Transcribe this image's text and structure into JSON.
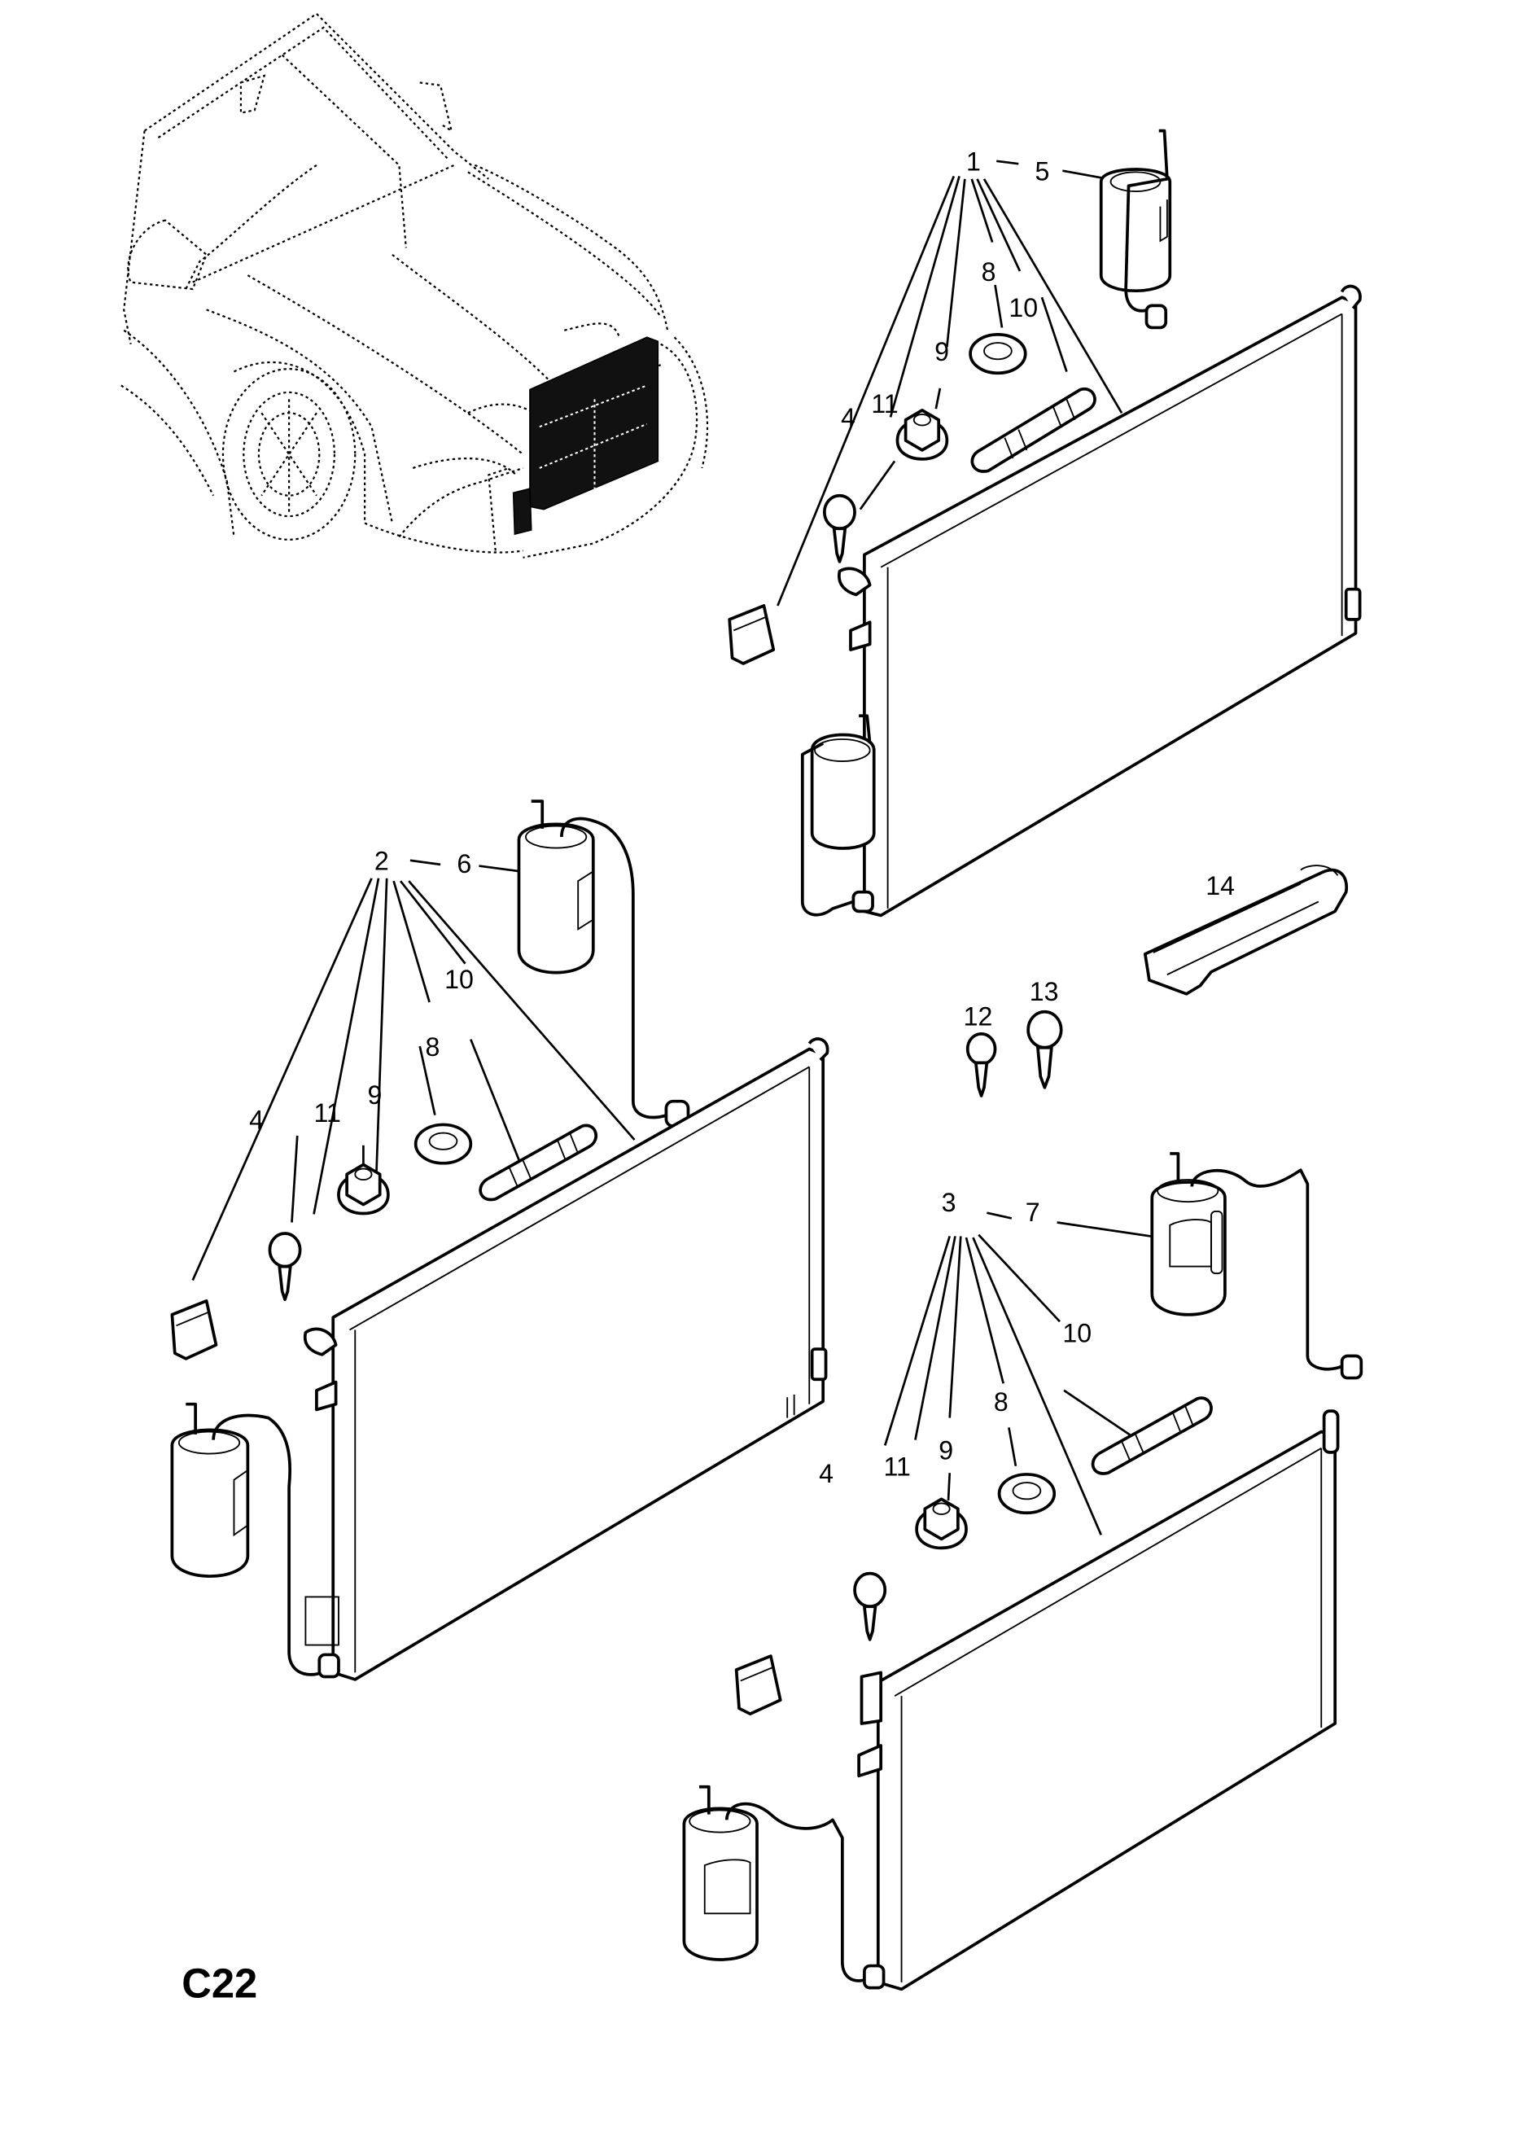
{
  "diagram": {
    "code": "C22",
    "subject": "Air conditioning condenser and receiver/dryer assemblies",
    "colors": {
      "ink": "#000000",
      "paper": "#ffffff",
      "highlight": "#111111"
    },
    "groups": [
      {
        "assembly": "1",
        "dryer": "5",
        "items": [
          "4",
          "11",
          "9",
          "8",
          "10"
        ]
      },
      {
        "assembly": "2",
        "dryer": "6",
        "items": [
          "4",
          "11",
          "9",
          "8",
          "10"
        ]
      },
      {
        "assembly": "3",
        "dryer": "7",
        "items": [
          "4",
          "11",
          "9",
          "8",
          "10"
        ]
      }
    ],
    "loose_parts": [
      {
        "label": "12",
        "part": "screw-small"
      },
      {
        "label": "13",
        "part": "screw-large"
      },
      {
        "label": "14",
        "part": "bracket-channel"
      }
    ]
  }
}
